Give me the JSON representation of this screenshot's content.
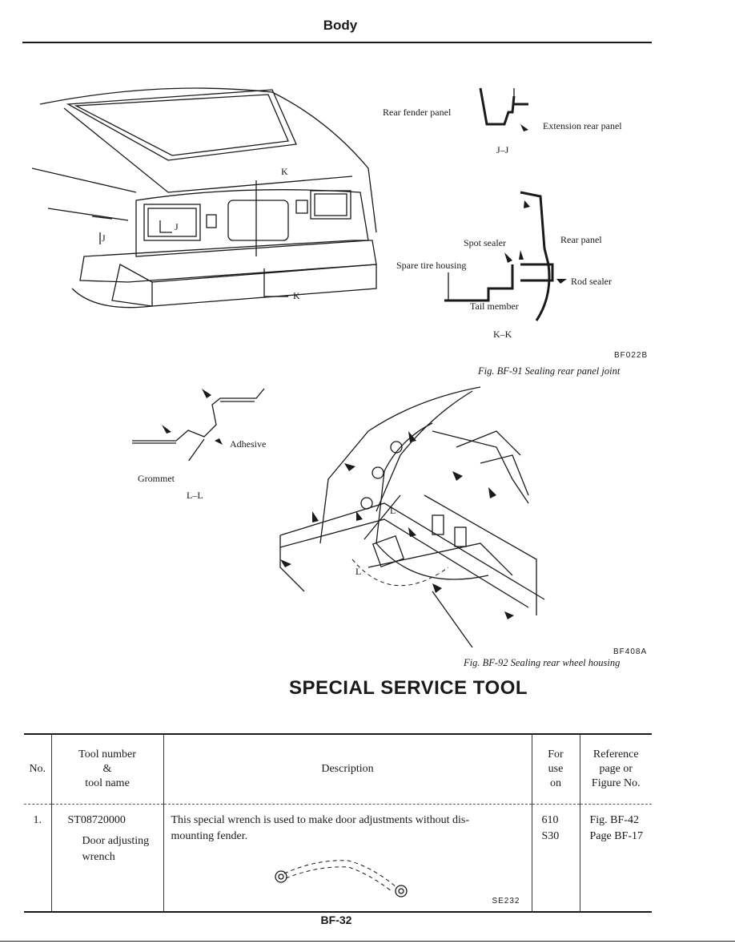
{
  "header": {
    "title": "Body"
  },
  "figure_91": {
    "labels": {
      "rear_fender_panel": "Rear fender panel",
      "extension_rear_panel": "Extension rear panel",
      "section_jj": "J–J",
      "spot_sealer": "Spot sealer",
      "rear_panel": "Rear panel",
      "spare_tire_housing": "Spare tire housing",
      "rod_sealer": "Rod sealer",
      "tail_member": "Tail member",
      "section_kk": "K–K",
      "marker_k_top": "K",
      "marker_k_bottom": "K",
      "marker_j_left": "J",
      "marker_j_inner": "J"
    },
    "code": "BF022B",
    "caption": "Fig. BF-91  Sealing rear panel joint"
  },
  "figure_92": {
    "labels": {
      "adhesive": "Adhesive",
      "grommet": "Grommet",
      "section_ll": "L–L",
      "marker_l_top": "L",
      "marker_l_bottom": "L"
    },
    "code": "BF408A",
    "caption": "Fig. BF-92  Sealing rear wheel housing"
  },
  "section_title": "SPECIAL SERVICE TOOL",
  "table": {
    "headers": {
      "no": "No.",
      "tool_line1": "Tool number",
      "tool_line2": "&",
      "tool_line3": "tool name",
      "description": "Description",
      "for_use_line1": "For",
      "for_use_line2": "use",
      "for_use_line3": "on",
      "reference_line1": "Reference",
      "reference_line2": "page or",
      "reference_line3": "Figure No."
    },
    "rows": [
      {
        "no": "1.",
        "tool_number": "ST08720000",
        "tool_name_line1": "Door adjusting",
        "tool_name_line2": "wrench",
        "description_line1": "This special wrench is used to make door adjustments without dis-",
        "description_line2": "mounting fender.",
        "image_code": "SE232",
        "for_use_line1": "610",
        "for_use_line2": "S30",
        "reference_line1": "Fig. BF-42",
        "reference_line2": "Page BF-17"
      }
    ]
  },
  "footer": {
    "page": "BF-32"
  }
}
